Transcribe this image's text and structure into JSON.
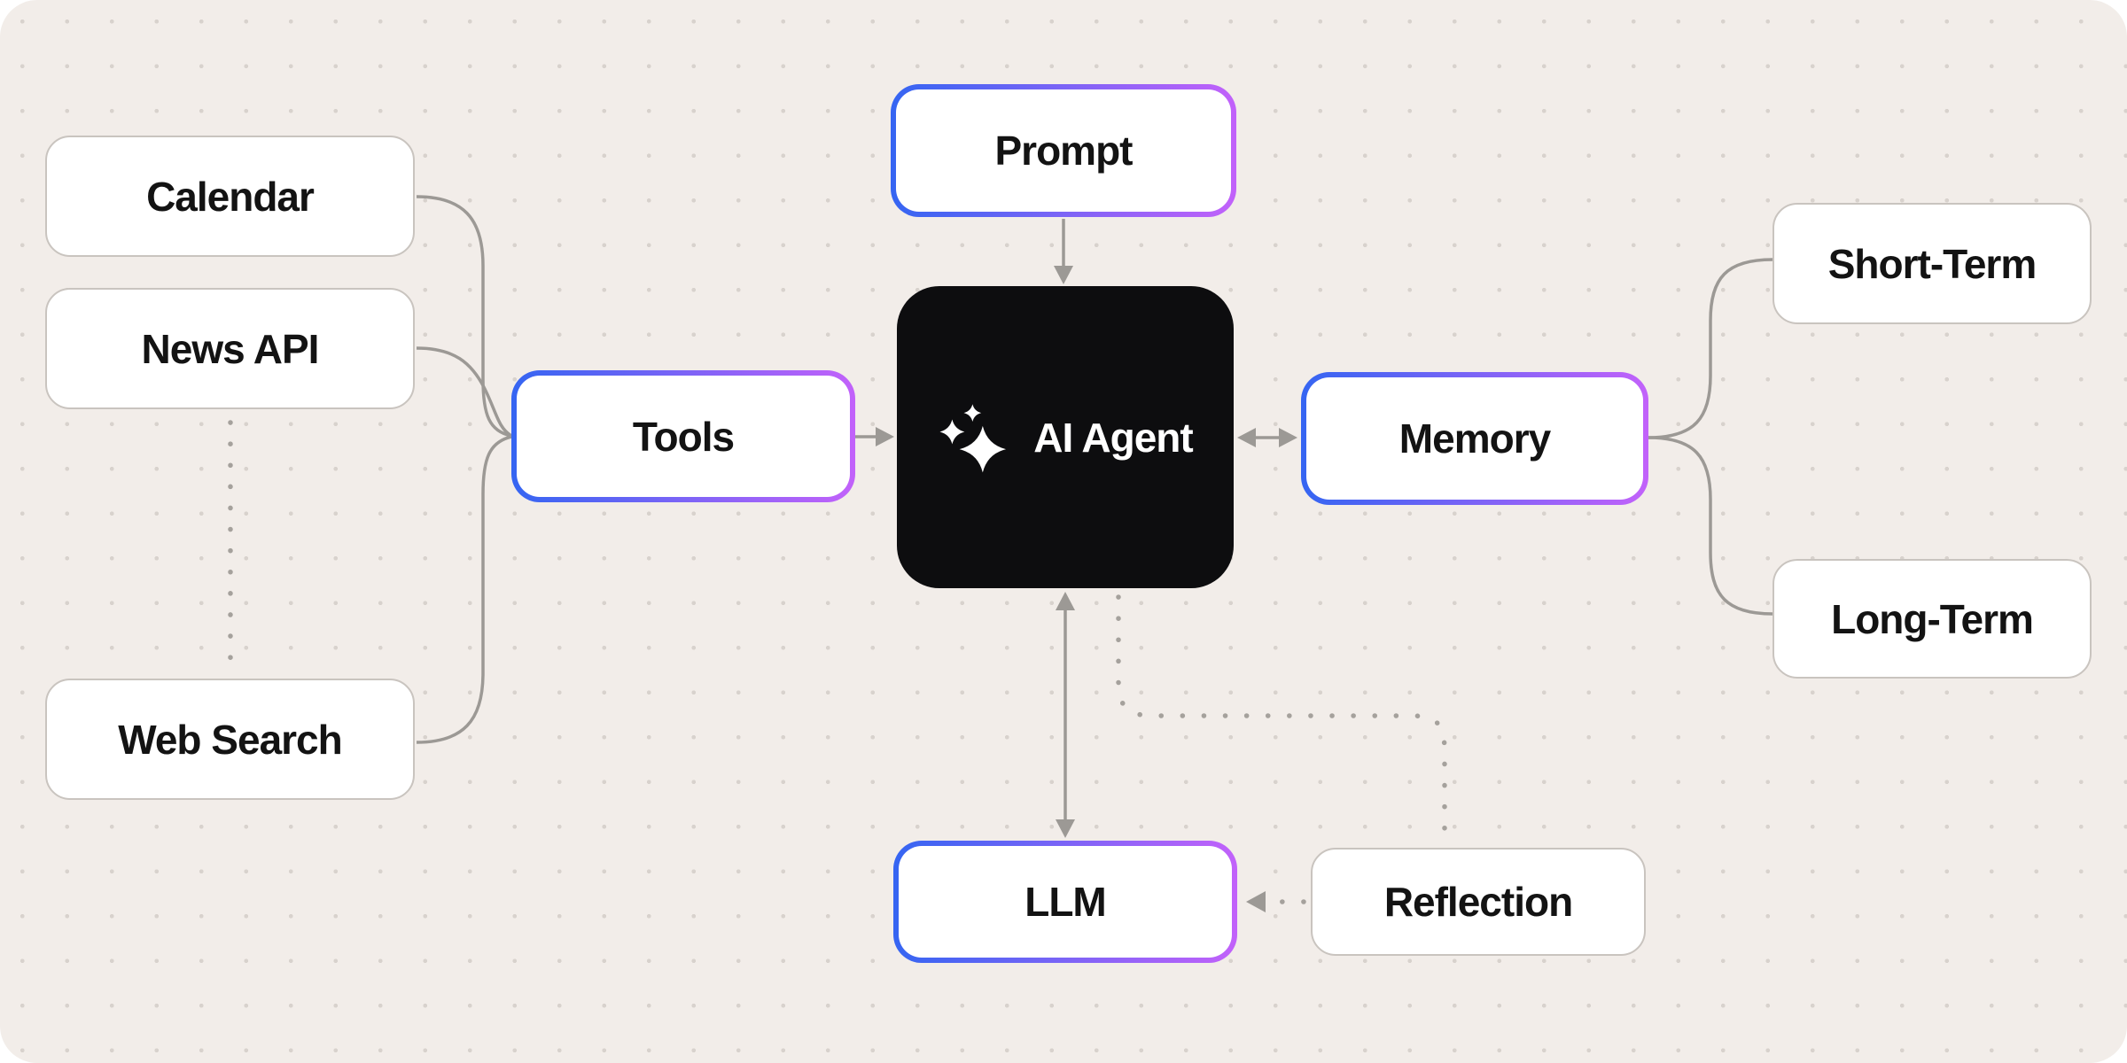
{
  "diagram": {
    "title_hint": "AI Agent architecture diagram",
    "nodes": {
      "calendar": {
        "label": "Calendar"
      },
      "news_api": {
        "label": "News API"
      },
      "web_search": {
        "label": "Web Search"
      },
      "tools": {
        "label": "Tools"
      },
      "prompt": {
        "label": "Prompt"
      },
      "ai_agent": {
        "label": "AI Agent",
        "icon": "sparkles-icon"
      },
      "memory": {
        "label": "Memory"
      },
      "short_term": {
        "label": "Short-Term"
      },
      "long_term": {
        "label": "Long-Term"
      },
      "llm": {
        "label": "LLM"
      },
      "reflection": {
        "label": "Reflection"
      }
    },
    "edges": [
      {
        "from": "prompt",
        "to": "ai_agent",
        "style": "solid-arrow"
      },
      {
        "from": "tools",
        "to": "ai_agent",
        "style": "solid-arrow"
      },
      {
        "from": "ai_agent",
        "to": "memory",
        "style": "solid-double-arrow"
      },
      {
        "from": "ai_agent",
        "to": "llm",
        "style": "solid-double-arrow"
      },
      {
        "from": "calendar",
        "to": "tools",
        "style": "solid"
      },
      {
        "from": "news_api",
        "to": "tools",
        "style": "solid"
      },
      {
        "from": "web_search",
        "to": "tools",
        "style": "solid"
      },
      {
        "from": "news_api",
        "to": "web_search",
        "style": "dotted"
      },
      {
        "from": "memory",
        "to": "short_term",
        "style": "solid"
      },
      {
        "from": "memory",
        "to": "long_term",
        "style": "solid"
      },
      {
        "from": "ai_agent",
        "to": "reflection",
        "style": "dotted"
      },
      {
        "from": "reflection",
        "to": "llm",
        "style": "dotted-arrow"
      }
    ],
    "colors": {
      "canvas_bg": "#f2ede9",
      "grid_dot": "#d8d2cd",
      "node_bg": "#ffffff",
      "node_border": "#c9c4bf",
      "node_text": "#131313",
      "agent_bg": "#0d0d0f",
      "agent_text": "#ffffff",
      "connector": "#9c9995",
      "connector_dotted": "#a5a19c",
      "gradient_start": "#3565f2",
      "gradient_end": "#c262fa"
    }
  }
}
